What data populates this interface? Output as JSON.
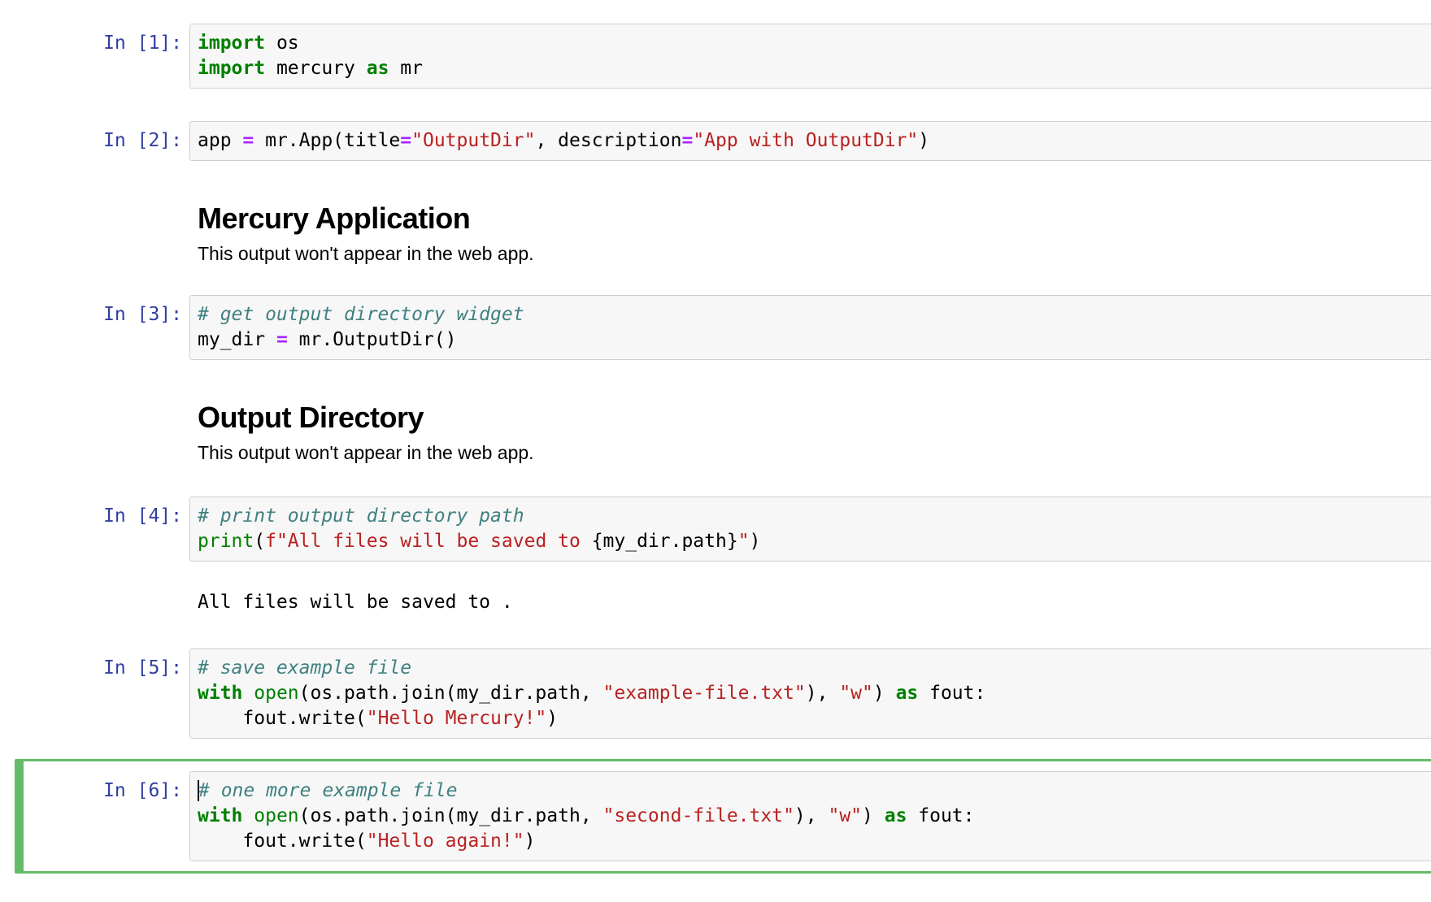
{
  "colors": {
    "selected_cell_border": "#66BB6A",
    "prompt_blue": "#303F9F",
    "keyword_green": "#008000",
    "string_red": "#BA2121",
    "comment_teal": "#408080",
    "operator_purple": "#AA22FF",
    "input_bg": "#f7f7f7",
    "input_border": "#cfcfcf"
  },
  "cells": [
    {
      "prompt": "In [1]:",
      "lines": [
        [
          {
            "t": "import",
            "c": "kw"
          },
          {
            "t": " os",
            "c": "pl"
          }
        ],
        [
          {
            "t": "import",
            "c": "kw"
          },
          {
            "t": " mercury ",
            "c": "pl"
          },
          {
            "t": "as",
            "c": "kw"
          },
          {
            "t": " mr",
            "c": "pl"
          }
        ]
      ]
    },
    {
      "prompt": "In [2]:",
      "lines": [
        [
          {
            "t": "app ",
            "c": "pl"
          },
          {
            "t": "=",
            "c": "op"
          },
          {
            "t": " mr.App(title",
            "c": "pl"
          },
          {
            "t": "=",
            "c": "op"
          },
          {
            "t": "\"OutputDir\"",
            "c": "str"
          },
          {
            "t": ", description",
            "c": "pl"
          },
          {
            "t": "=",
            "c": "op"
          },
          {
            "t": "\"App with OutputDir\"",
            "c": "str"
          },
          {
            "t": ")",
            "c": "pl"
          }
        ]
      ],
      "output_md": {
        "heading": "Mercury Application",
        "text": "This output won't appear in the web app."
      }
    },
    {
      "prompt": "In [3]:",
      "lines": [
        [
          {
            "t": "# get output directory widget",
            "c": "com"
          }
        ],
        [
          {
            "t": "my_dir ",
            "c": "pl"
          },
          {
            "t": "=",
            "c": "op"
          },
          {
            "t": " mr.OutputDir()",
            "c": "pl"
          }
        ]
      ],
      "output_md": {
        "heading": "Output Directory",
        "text": "This output won't appear in the web app."
      }
    },
    {
      "prompt": "In [4]:",
      "lines": [
        [
          {
            "t": "# print output directory path",
            "c": "com"
          }
        ],
        [
          {
            "t": "print",
            "c": "bi"
          },
          {
            "t": "(",
            "c": "pl"
          },
          {
            "t": "f\"All files will be saved to ",
            "c": "str"
          },
          {
            "t": "{my_dir.path}",
            "c": "pl"
          },
          {
            "t": "\"",
            "c": "str"
          },
          {
            "t": ")",
            "c": "pl"
          }
        ]
      ],
      "output_text": "All files will be saved to ."
    },
    {
      "prompt": "In [5]:",
      "lines": [
        [
          {
            "t": "# save example file",
            "c": "com"
          }
        ],
        [
          {
            "t": "with",
            "c": "kw"
          },
          {
            "t": " ",
            "c": "pl"
          },
          {
            "t": "open",
            "c": "bi"
          },
          {
            "t": "(os.path.join(my_dir.path, ",
            "c": "pl"
          },
          {
            "t": "\"example-file.txt\"",
            "c": "str"
          },
          {
            "t": "), ",
            "c": "pl"
          },
          {
            "t": "\"w\"",
            "c": "str"
          },
          {
            "t": ") ",
            "c": "pl"
          },
          {
            "t": "as",
            "c": "kw"
          },
          {
            "t": " fout:",
            "c": "pl"
          }
        ],
        [
          {
            "t": "    fout.write(",
            "c": "pl"
          },
          {
            "t": "\"Hello Mercury!\"",
            "c": "str"
          },
          {
            "t": ")",
            "c": "pl"
          }
        ]
      ]
    },
    {
      "prompt": "In [6]:",
      "selected": true,
      "lines": [
        [
          {
            "t": "# one more example file",
            "c": "com"
          }
        ],
        [
          {
            "t": "with",
            "c": "kw"
          },
          {
            "t": " ",
            "c": "pl"
          },
          {
            "t": "open",
            "c": "bi"
          },
          {
            "t": "(os.path.join(my_dir.path, ",
            "c": "pl"
          },
          {
            "t": "\"second-file.txt\"",
            "c": "str"
          },
          {
            "t": "), ",
            "c": "pl"
          },
          {
            "t": "\"w\"",
            "c": "str"
          },
          {
            "t": ") ",
            "c": "pl"
          },
          {
            "t": "as",
            "c": "kw"
          },
          {
            "t": " fout:",
            "c": "pl"
          }
        ],
        [
          {
            "t": "    fout.write(",
            "c": "pl"
          },
          {
            "t": "\"Hello again!\"",
            "c": "str"
          },
          {
            "t": ")",
            "c": "pl"
          }
        ]
      ]
    }
  ]
}
